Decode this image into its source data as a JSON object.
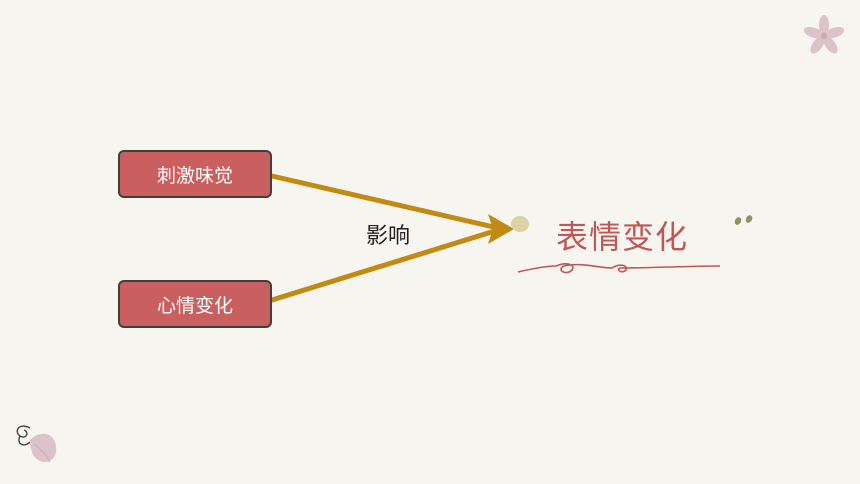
{
  "diagram": {
    "source_nodes": [
      {
        "label": "刺激味觉"
      },
      {
        "label": "心情变化"
      }
    ],
    "edge_label": "影响",
    "target_node": {
      "label": "表情变化"
    }
  },
  "colors": {
    "background": "#f7f5ef",
    "box_fill": "#c9605f",
    "box_border": "#3f3f3f",
    "arrow": "#c28a12",
    "target_text": "#c25656",
    "decor_pink": "#dcc3c9",
    "decor_olive": "#8f935e",
    "decor_beige": "#ddd1a6"
  },
  "decorations": [
    "flower-icon",
    "leaf-icon",
    "swirl-icon",
    "dots-icon",
    "wavy-underline"
  ]
}
